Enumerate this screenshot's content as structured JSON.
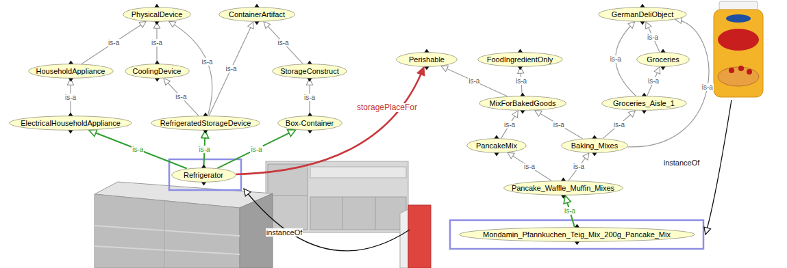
{
  "diagram": {
    "nodes": [
      {
        "text": [
          "PhysicalDevice"
        ]
      },
      {
        "text": [
          "ContainerArtifact"
        ]
      },
      {
        "text": [
          "HouseholdAppliance"
        ]
      },
      {
        "text": [
          "CoolingDevice"
        ]
      },
      {
        "text": [
          "StorageConstruct"
        ]
      },
      {
        "text": [
          "ElectricalHouseholdAppliance"
        ]
      },
      {
        "text": [
          "RefrigeratedStorageDevice"
        ]
      },
      {
        "text": [
          "Box-Container"
        ]
      },
      {
        "text": [
          "Refrigerator"
        ]
      },
      {
        "text": [
          "GermanDeliObject"
        ]
      },
      {
        "text": [
          "Perishable"
        ]
      },
      {
        "text": [
          "FoodIngredientOnly"
        ]
      },
      {
        "text": [
          "Groceries"
        ]
      },
      {
        "text": [
          "MixForBakedGoods"
        ]
      },
      {
        "text": [
          "Groceries_Aisle_1"
        ]
      },
      {
        "text": [
          "PancakeMix"
        ]
      },
      {
        "text": [
          "Baking_Mixes"
        ]
      },
      {
        "text": [
          "Pancake_Waffle_Muffin_Mixes"
        ]
      },
      {
        "text": [
          "Mondamin_Pfannkuchen_Teig_Mix_200g_Pancake_Mix"
        ]
      }
    ],
    "edges": [
      {
        "from": 2,
        "to": 0,
        "label": "is-a",
        "arrow": "to"
      },
      {
        "from": 3,
        "to": 0,
        "label": "is-a",
        "arrow": "to"
      },
      {
        "from": 6,
        "to": 0,
        "label": "is-a",
        "arrow": "to"
      },
      {
        "from": 6,
        "to": 1,
        "label": "is-a",
        "arrow": "to"
      },
      {
        "from": 6,
        "to": 3,
        "label": "is-a",
        "arrow": "to"
      },
      {
        "from": 4,
        "to": 1,
        "label": "is-a",
        "arrow": "to"
      },
      {
        "from": 5,
        "to": 2,
        "label": "is-a",
        "arrow": "to"
      },
      {
        "from": 7,
        "to": 4,
        "label": "is-a",
        "arrow": "to"
      },
      {
        "from": 8,
        "to": 5,
        "label": "is-a",
        "arrow": "to"
      },
      {
        "from": 8,
        "to": 6,
        "label": "is-a",
        "arrow": "to"
      },
      {
        "from": 8,
        "to": 7,
        "label": "is-a",
        "arrow": "to"
      },
      {
        "from": 8,
        "to": 10,
        "label": "storagePlaceFor",
        "arrow": "to"
      },
      {
        "from": 13,
        "to": 10,
        "label": "is-a",
        "arrow": "to"
      },
      {
        "from": 13,
        "to": 11,
        "label": "is-a",
        "arrow": "to"
      },
      {
        "from": 12,
        "to": 9,
        "label": "is-a",
        "arrow": "to"
      },
      {
        "from": 14,
        "to": 9,
        "label": "is-a",
        "arrow": "to"
      },
      {
        "from": 14,
        "to": 12,
        "label": "is-a",
        "arrow": "to"
      },
      {
        "from": 16,
        "to": 9,
        "label": "is-a",
        "arrow": "to"
      },
      {
        "from": 16,
        "to": 14,
        "label": "is-a",
        "arrow": "to"
      },
      {
        "from": 15,
        "to": 13,
        "label": "is-a",
        "arrow": "to"
      },
      {
        "from": 16,
        "to": 13,
        "label": "is-a",
        "arrow": "to"
      },
      {
        "from": 17,
        "to": 15,
        "label": "is-a",
        "arrow": "to"
      },
      {
        "from": 17,
        "to": 16,
        "label": "is-a",
        "arrow": "to"
      },
      {
        "from": 18,
        "to": 17,
        "label": "is-a",
        "arrow": "to"
      }
    ],
    "labels": [
      "instanceOf",
      "instanceOf"
    ]
  }
}
